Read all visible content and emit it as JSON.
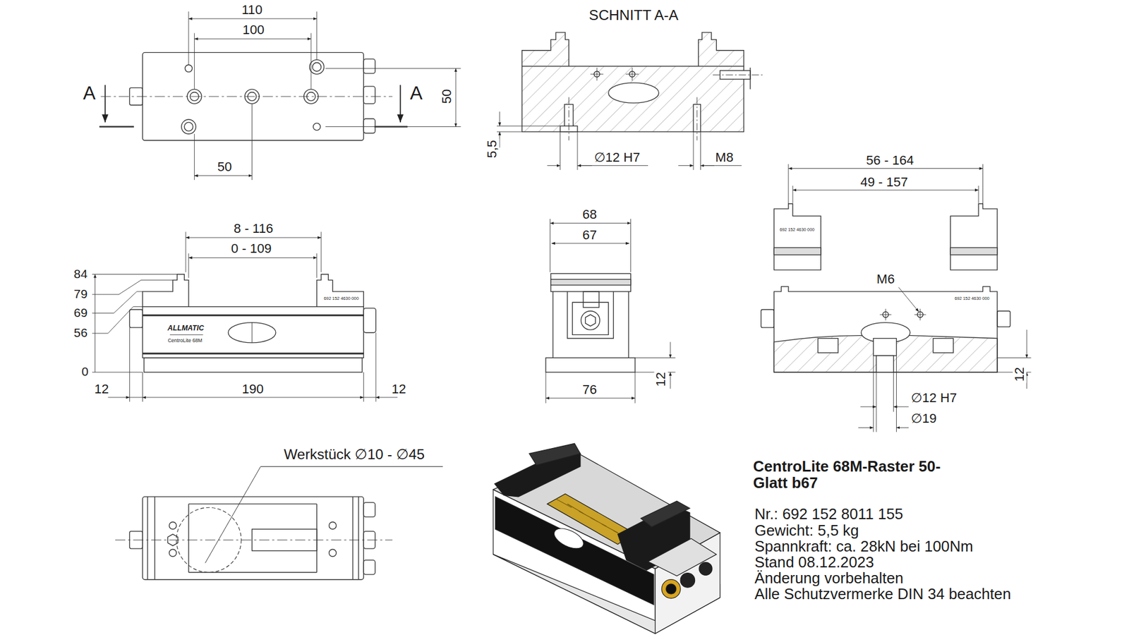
{
  "diagram": {
    "title": "CentroLite 68M-Raster 50-Glatt b67",
    "labels": [
      "110",
      "100",
      "A",
      "A",
      "50",
      "50",
      "SCHNITT A-A",
      "5,5",
      "∅12 H7",
      "M8",
      "8 - 116",
      "0 - 109",
      "84",
      "79",
      "69",
      "56",
      "0",
      "12",
      "190",
      "12",
      "ALLMATIC",
      "CentroLite 68M",
      "692 152 4630 000",
      "68",
      "67",
      "76",
      "12",
      "56 - 164",
      "49 - 157",
      "692 152 4630 000",
      "692 152 4630 000",
      "M6",
      "12",
      "∅12 H7",
      "∅19",
      "Werkstück ∅10 - ∅45",
      "Nr.: 692 152 8011 155",
      "Gewicht: 5,5 kg",
      "Spannkraft: ca. 28kN bei 100Nm",
      "Stand 08.12.2023",
      "Änderung vorbehalten",
      "Alle Schutzvermerke DIN 34 beachten"
    ]
  }
}
